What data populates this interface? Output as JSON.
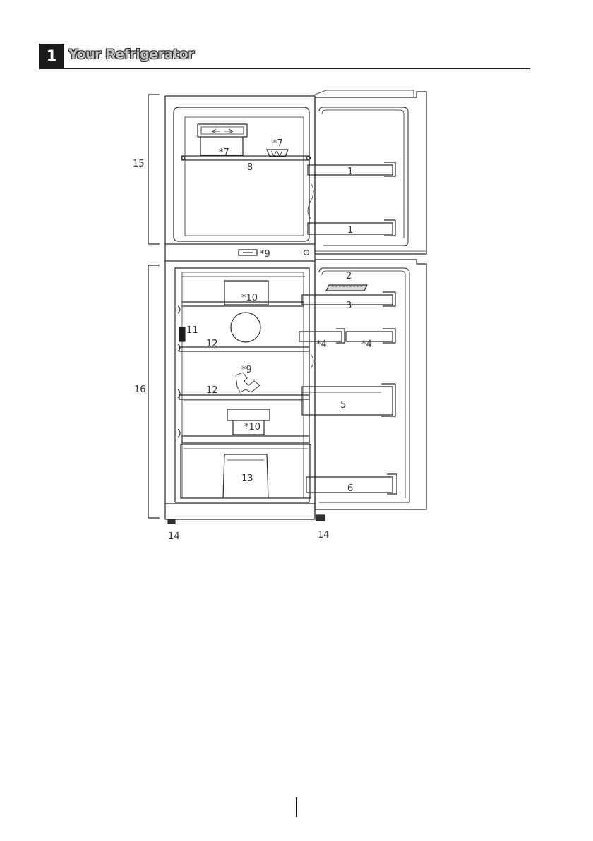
{
  "header": {
    "chapter_number": "1",
    "title": "Your Refrigerator"
  },
  "callouts": {
    "door_shelf_upper": "1",
    "door_shelf_lower": "1",
    "egg_tray": "2",
    "door_shelf_3": "3",
    "small_shelf_left": "*4",
    "small_shelf_right": "*4",
    "bottle_shelf": "5",
    "bottom_shelf": "6",
    "ice_tray": "*7",
    "ice_bank": "*7",
    "freezer_shelf": "8",
    "display": "*9",
    "deodorizer": "*9",
    "cooler_upper": "*10",
    "cooler_lower": "*10",
    "thermostat": "11",
    "shelf_upper": "12",
    "shelf_lower": "12",
    "crisper": "13",
    "foot_left": "14",
    "foot_right": "14",
    "freezer_compartment": "15",
    "fridge_compartment": "16"
  }
}
